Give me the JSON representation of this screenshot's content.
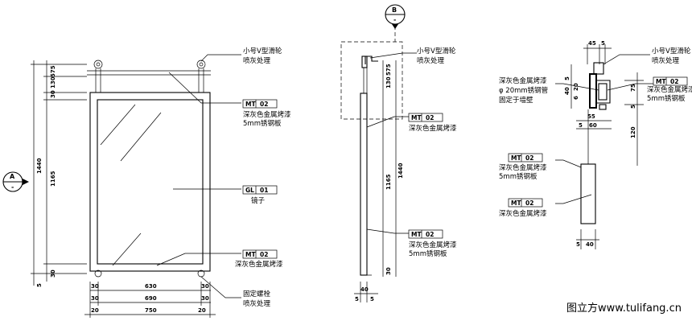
{
  "view_a": {
    "section_marker": {
      "letter": "A",
      "sub": "-"
    },
    "dims_left": {
      "d575": "575",
      "d130": "130",
      "d30": "30",
      "d1165": "1165",
      "d30b": "30",
      "d5": "5",
      "d1440": "1440"
    },
    "dims_bottom": {
      "d30a": "30",
      "d630": "630",
      "d30b": "30",
      "d30c": "30",
      "d690": "690",
      "d30d": "30",
      "d20a": "20",
      "d750": "750",
      "d20b": "20"
    },
    "labels": {
      "pulley": "小号V型滑轮",
      "pulley_finish": "喷灰处理",
      "mt02_top_code": [
        "MT",
        "02"
      ],
      "mt02_top_l1": "深灰色金属烤漆",
      "mt02_top_l2": "5mm锈钢板",
      "gl01_code": [
        "GL",
        "01"
      ],
      "gl01_l1": "镜子",
      "mt02_bottom_code": [
        "MT",
        "02"
      ],
      "mt02_bottom_l1": "深灰色金属烤漆",
      "bolt": "固定螺栓",
      "bolt_finish": "喷灰处理"
    }
  },
  "view_b": {
    "section_marker": {
      "letter": "B",
      "sub": "-"
    },
    "dims": {
      "d575": "575",
      "d130": "130",
      "d1165": "1165",
      "d1440": "1440",
      "d30": "30",
      "d40": "40",
      "d5a": "5",
      "d5b": "5"
    },
    "labels": {
      "pulley": "小号V型滑轮",
      "pulley_finish": "喷灰处理",
      "mt02_top_code": [
        "MT",
        "02"
      ],
      "mt02_top_l1": "深灰色金属烤漆",
      "mt02_bottom_code": [
        "MT",
        "02"
      ],
      "mt02_bottom_l1": "深灰色金属烤漆",
      "mt02_bottom_l2": "5mm锈钢板"
    }
  },
  "view_c": {
    "dims": {
      "d45": "45",
      "d5a": "5",
      "d5b": "5",
      "d40": "40",
      "d20": "20",
      "d6": "6",
      "d55": "55",
      "d5c": "5",
      "d60": "60",
      "d75": "75",
      "d5d": "5",
      "d120": "120",
      "d5e": "5",
      "d40b": "40"
    },
    "labels": {
      "pulley": "小号V型滑轮",
      "pulley_finish": "喷灰处理",
      "left_l1": "深灰色金属烤漆",
      "left_l2": "φ 20mm锈钢管",
      "left_l3": "固定于墙壁",
      "right_code": [
        "MT",
        "02"
      ],
      "right_l1": "深灰色金属烤漆",
      "right_l2": "5mm锈钢板",
      "mid_code": [
        "MT",
        "02"
      ],
      "mid_l1": "深灰色金属烤漆",
      "mid_l2": "5mm锈钢板",
      "low_code": [
        "MT",
        "02"
      ],
      "low_l1": "深灰色金属烤漆"
    }
  },
  "watermark": "图立方www.tulifang.cn"
}
